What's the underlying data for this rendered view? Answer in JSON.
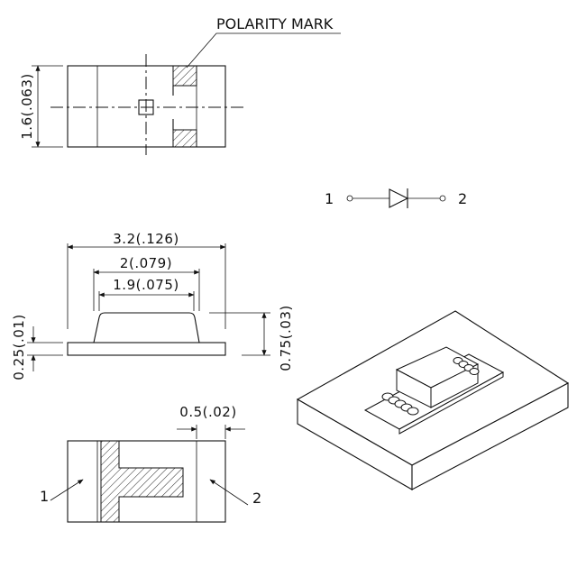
{
  "top_view": {
    "height_dim": "1.6(.063)",
    "polarity_label": "POLARITY MARK"
  },
  "side_view": {
    "length_dim": "3.2(.126)",
    "lens_outer_dim": "2(.079)",
    "lens_inner_dim": "1.9(.075)",
    "pcb_thickness_dim": "0.25(.01)",
    "total_height_dim": "0.75(.03)"
  },
  "bottom_view": {
    "pad_gap_dim": "0.5(.02)",
    "pin_1_label": "1",
    "pin_2_label": "2"
  },
  "schematic": {
    "terminal_1": "1",
    "terminal_2": "2"
  },
  "colors": {
    "line": "#111111",
    "background": "#ffffff"
  }
}
